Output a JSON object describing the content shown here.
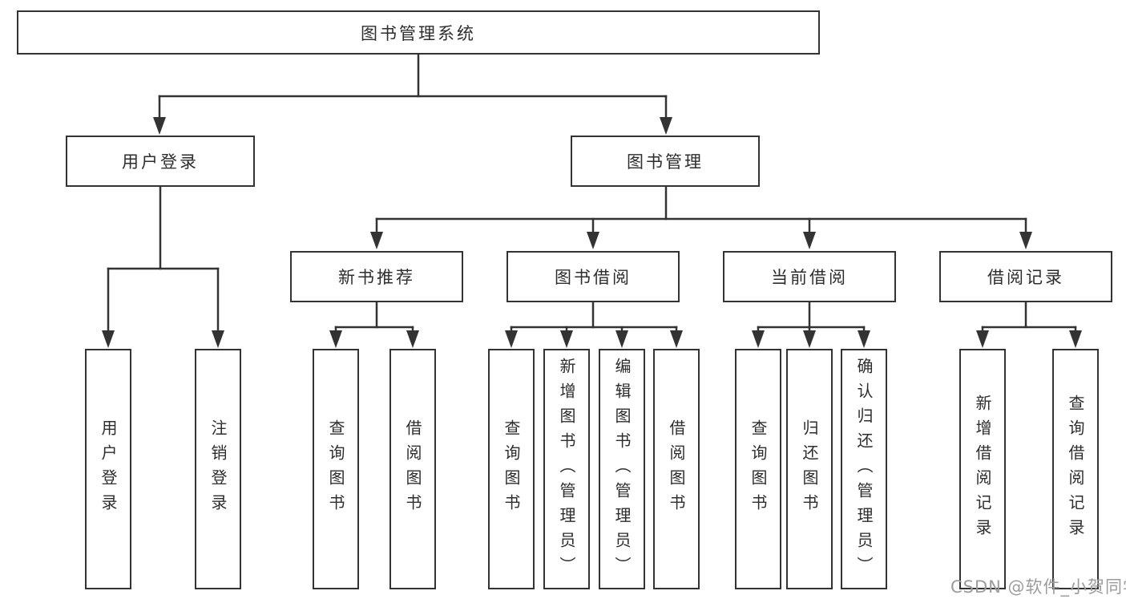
{
  "diagram": {
    "colors": {
      "line": "#333333",
      "box_border": "#333333",
      "box_fill": "#ffffff",
      "text": "#2d2d2d",
      "watermark": "#9c9c9c",
      "background": "#ffffff"
    },
    "nodes": {
      "root": "图书管理系统",
      "user_login": "用户登录",
      "book_management": "图书管理",
      "new_book_recommend": "新书推荐",
      "book_borrow": "图书借阅",
      "current_borrow": "当前借阅",
      "borrow_records": "借阅记录",
      "leaf_user_login": "用户登录",
      "leaf_logout": "注销登录",
      "leaf_rec_query_books": "查询图书",
      "leaf_rec_borrow_books": "借阅图书",
      "leaf_bb_query_books": "查询图书",
      "leaf_bb_add_books_admin": "新增图书（管理员）",
      "leaf_bb_edit_books_admin": "编辑图书（管理员）",
      "leaf_bb_borrow_books": "借阅图书",
      "leaf_cb_query_books": "查询图书",
      "leaf_cb_return_books": "归还图书",
      "leaf_cb_confirm_return_admin": "确认归还（管理员）",
      "leaf_br_add_record": "新增借阅记录",
      "leaf_br_query_record": "查询借阅记录"
    },
    "watermark": "CSDN @软件_小贺同学"
  }
}
